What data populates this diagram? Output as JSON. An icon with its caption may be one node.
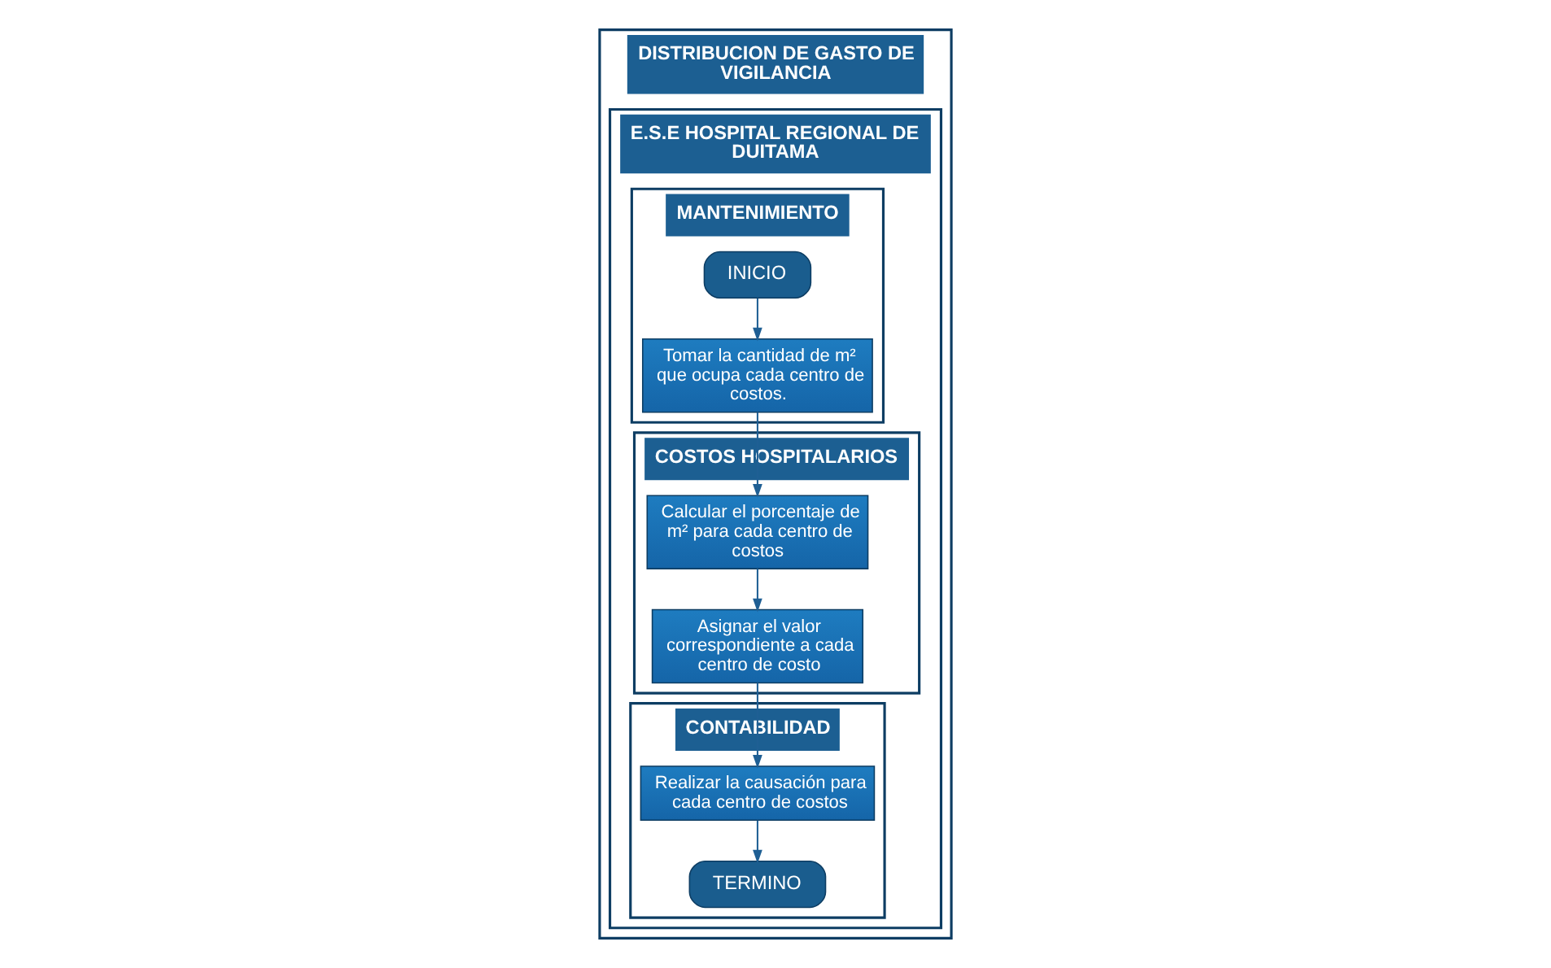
{
  "diagram": {
    "nodes": [
      {
        "text": [
          "DISTRIBUCION DE GASTO DE VIGILANCIA"
        ]
      },
      {
        "text": [
          "E.S.E HOSPITAL REGIONAL DE DUITAMA"
        ],
        "in": 0
      },
      {
        "text": [
          "MANTENIMIENTO"
        ],
        "in": 1
      },
      {
        "text": [
          "COSTOS HOSPITALARIOS"
        ],
        "in": 1
      },
      {
        "text": [
          "CONTABILIDAD"
        ],
        "in": 1
      },
      {
        "text": [
          "INICIO"
        ],
        "in": 2
      },
      {
        "text": [
          "Tomar la cantidad de m² que ocupa cada centro de costos."
        ],
        "in": 2
      },
      {
        "text": [
          "Calcular el porcentaje de m² para cada centro de costos"
        ],
        "in": 3
      },
      {
        "text": [
          "Asignar el valor correspondiente a cada centro de costo"
        ],
        "in": 3
      },
      {
        "text": [
          "Realizar la causación para cada centro de costos"
        ],
        "in": 4
      },
      {
        "text": [
          "TERMINO"
        ],
        "in": 4
      }
    ],
    "edges": [
      {
        "from": 5,
        "to": 6,
        "arrow": "to"
      },
      {
        "from": 6,
        "to": 7,
        "arrow": "to"
      },
      {
        "from": 7,
        "to": 8,
        "arrow": "to"
      },
      {
        "from": 8,
        "to": 9,
        "arrow": "to"
      },
      {
        "from": 9,
        "to": 10,
        "arrow": "to"
      }
    ]
  }
}
